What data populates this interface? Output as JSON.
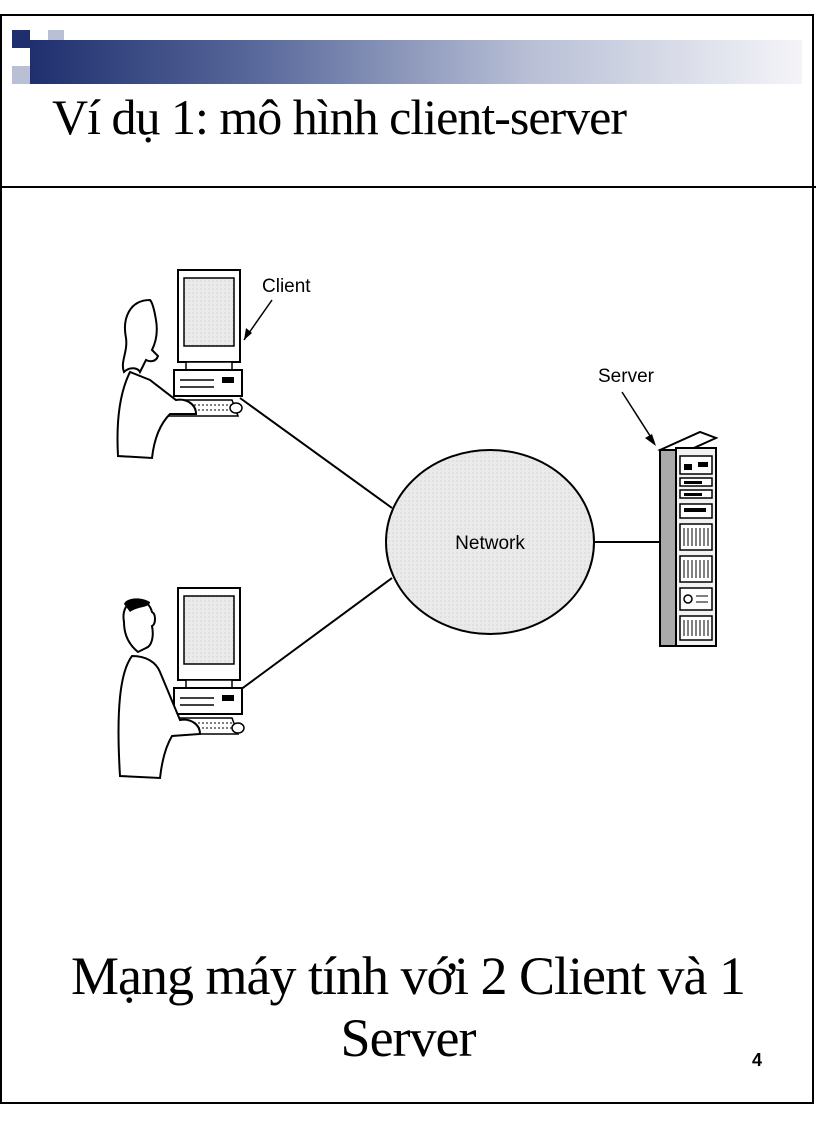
{
  "slide": {
    "title": "Ví dụ 1: mô hình client-server",
    "caption": "Mạng máy tính với 2 Client và 1 Server",
    "page_number": "4"
  },
  "diagram": {
    "labels": {
      "client": "Client",
      "server": "Server",
      "network": "Network"
    }
  },
  "colors": {
    "title_bar_dark": "#1f2f6e",
    "title_bar_light": "#f4f4f8",
    "network_fill": "#e6e6e6"
  }
}
